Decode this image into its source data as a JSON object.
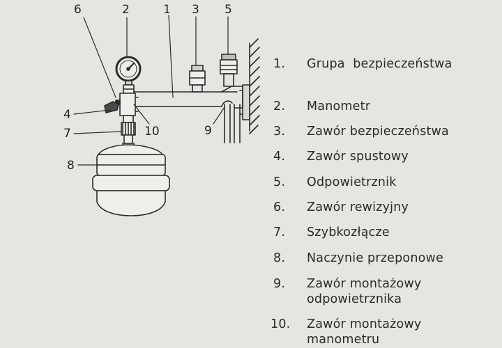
{
  "callouts": {
    "c1": "1",
    "c2": "2",
    "c3": "3",
    "c4": "4",
    "c5": "5",
    "c6": "6",
    "c7": "7",
    "c8": "8",
    "c9": "9",
    "c10": "10"
  },
  "legend": [
    {
      "num": "1.",
      "text": "Grupa  bezpieczeństwa"
    },
    {
      "num": "2.",
      "text": "Manometr"
    },
    {
      "num": "3.",
      "text": "Zawór bezpieczeństwa"
    },
    {
      "num": "4.",
      "text": "Zawór spustowy"
    },
    {
      "num": "5.",
      "text": "Odpowietrznik"
    },
    {
      "num": "6.",
      "text": "Zawór rewizyjny"
    },
    {
      "num": "7.",
      "text": "Szybkozłącze"
    },
    {
      "num": "8.",
      "text": "Naczynie przeponowe"
    },
    {
      "num": "9.",
      "text": "Zawór montażowy\nodpowietrznika"
    },
    {
      "num": "10.",
      "text": "Zawór montażowy\nmanometru"
    }
  ]
}
